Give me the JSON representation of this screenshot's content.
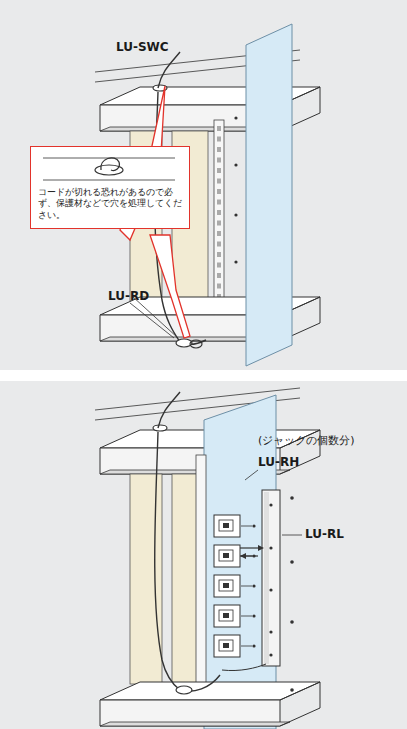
{
  "diagram": {
    "nodes": [
      {
        "text": [
          "コードが切れる恐れがあるので必ず、保護材などで穴を処理してください。"
        ]
      }
    ],
    "labels": [
      "LU-SWC",
      "LU-RD",
      "(ジャックの個数分)",
      "LU-RH",
      "LU-RL"
    ]
  }
}
